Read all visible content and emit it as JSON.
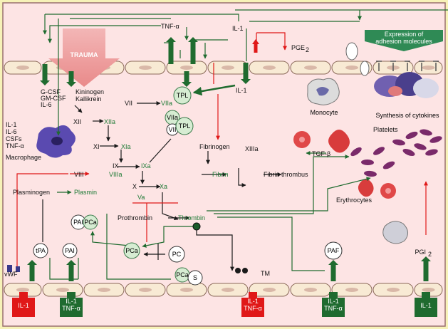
{
  "colors": {
    "page": "#f7f2b8",
    "panel": "#fde4e4",
    "panel_border": "#9a7070",
    "cell": "#f8ead4",
    "cell_border": "#8b6a5a",
    "green_arrow": "#1f6b2f",
    "green_text": "#1d7a35",
    "red_arrow": "#e01818",
    "dark_line": "#1a1a1a",
    "trauma": "#f0a0a0",
    "trauma_text": "#ffffff",
    "macrophage": "#5a4ab0",
    "platelet": "#7a2a6a",
    "erythrocyte": "#e04848",
    "adhesion_box": "#2f8a55",
    "bubble_fill": "#d6ecd2",
    "bubble_stroke": "#3a7a4a"
  },
  "icons": [
    "trauma-arrow-icon",
    "macrophage-icon",
    "monocyte-icon",
    "platelet-icon",
    "erythrocyte-icon",
    "cytokine-cells-icon",
    "adhesion-molecule-icon"
  ],
  "labels": {
    "tnfa_top": "TNF-α",
    "il1_top": "IL-1",
    "adhesion": [
      "Expression of",
      "adhesion molecules"
    ],
    "trauma": "TRAUMA",
    "gcsf": [
      "G-CSF",
      "GM-CSF",
      "IL-6"
    ],
    "kininogen": "Kininogen",
    "kallikrein": "Kallikrein",
    "pge2": "PGE",
    "pge2_sub": "2",
    "vii": "VII",
    "viia": "VIIa",
    "tpl": "TPL",
    "il1_mid": "IL-1",
    "monocyte": "Monocyte",
    "synthesis": "Synthesis of cytokines",
    "xii": "XII",
    "xiia": "XIIa",
    "macro_cytokines": [
      "IL-1",
      "IL-6",
      "CSFs",
      "TNF-α"
    ],
    "macrophage": "Macrophage",
    "xi": "XI",
    "xia": "XIa",
    "viia_c": "VIIa",
    "vii_c": "VII",
    "tpl_c": "TPL",
    "fibrinogen": "Fibrinogen",
    "xiiia": "XIIIa",
    "fibrin": "Fibrin",
    "fibrin_thrombus": "Fibrin thrombus",
    "platelets": "Platelets",
    "tgfb": "TGF-β",
    "ix": "IX",
    "ixa": "IXa",
    "viii": "VIII",
    "viiia": "VIIIa",
    "x": "X",
    "xa": "Xa",
    "va": "Va",
    "plasminogen": "Plasminogen",
    "plasmin": "Plasmin",
    "erythrocytes": "Erythrocytes",
    "prothrombin": "Prothrombin",
    "thrombin": "Thrombin",
    "pai_top": "PAI",
    "pca_top": "PCa",
    "tpa": "tPA",
    "pai": "PAI",
    "pca_mid": "PCa",
    "pc": "PC",
    "pca_low": "PCa",
    "s": "S",
    "tm": "TM",
    "paf": "PAF",
    "pgi2": "PGI",
    "pgi2_sub": "2",
    "vwf": "vWF",
    "bottom_il1_left": "IL-1",
    "bottom_il1_tnf1": "IL-1",
    "bottom_tnf1": "TNF-α",
    "bottom_il1_tnf2": "IL-1",
    "bottom_tnf2": "TNF-α",
    "bottom_il1_tnf3": "IL-1",
    "bottom_tnf3": "TNF-α",
    "bottom_il1_right": "IL-1"
  }
}
